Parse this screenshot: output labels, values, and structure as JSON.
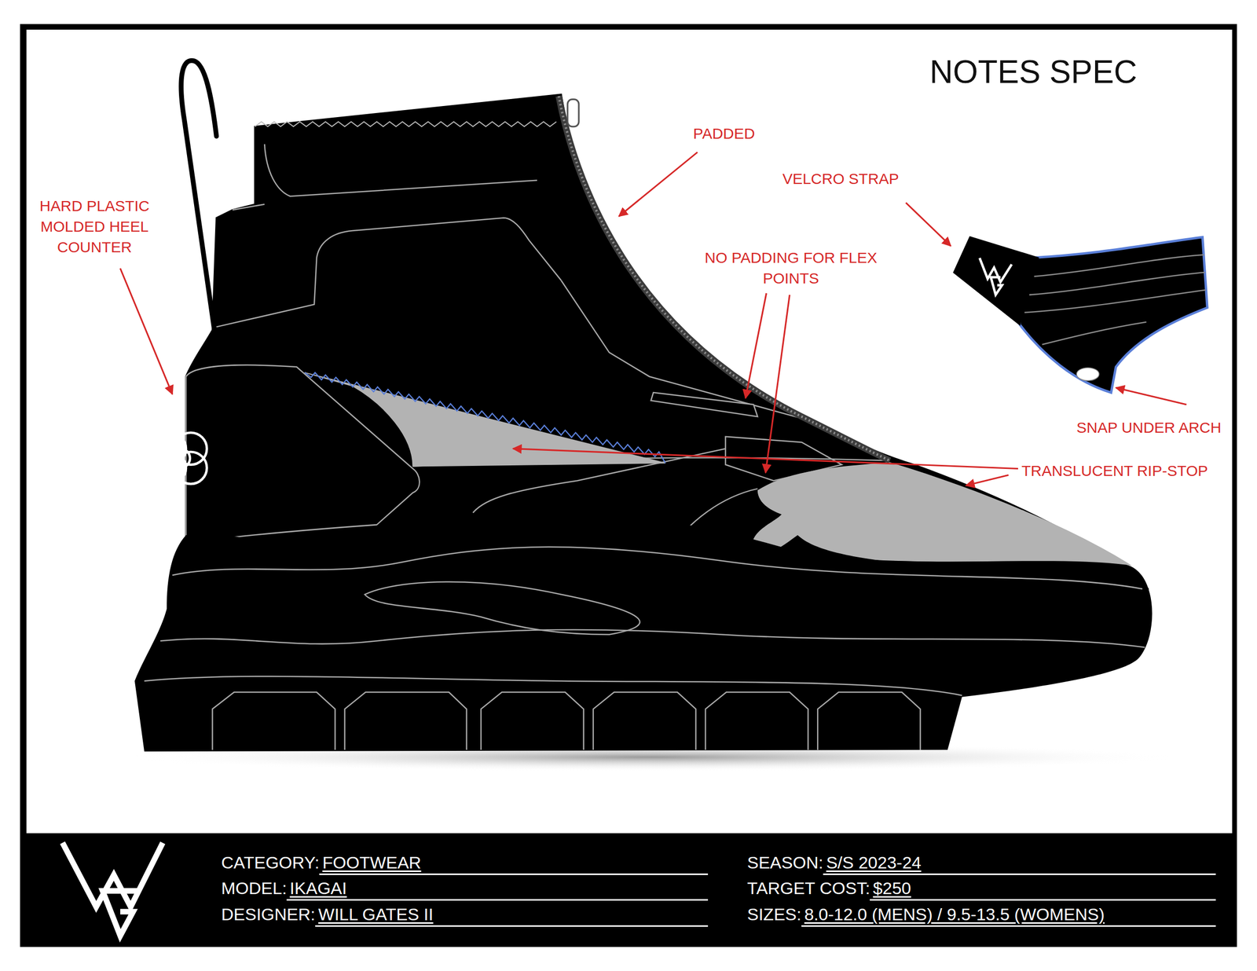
{
  "diagram": {
    "title": "NOTES SPEC",
    "labels": [
      "HARD PLASTIC MOLDED HEEL COUNTER",
      "PADDED",
      "VELCRO STRAP",
      "NO PADDING FOR FLEX POINTS",
      "SNAP UNDER ARCH",
      "TRANSLUCENT RIP-STOP",
      "CATEGORY:",
      "FOOTWEAR",
      "MODEL:",
      "IKAGAI",
      "DESIGNER:",
      "WILL GATES II",
      "SEASON:",
      "S/S 2023-24",
      "TARGET COST:",
      "$250",
      "SIZES:",
      "8.0-12.0 (MENS) / 9.5-13.5 (WOMENS)"
    ]
  }
}
